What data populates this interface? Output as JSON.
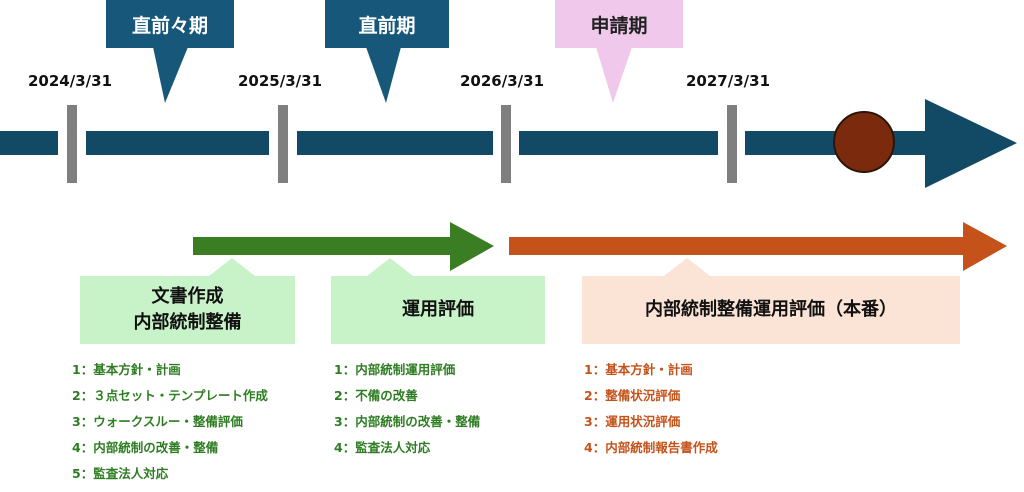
{
  "periods": [
    {
      "label": "直前々期",
      "style": "navy"
    },
    {
      "label": "直前期",
      "style": "navy"
    },
    {
      "label": "申請期",
      "style": "pink"
    }
  ],
  "dates": [
    "2024/3/31",
    "2025/3/31",
    "2026/3/31",
    "2027/3/31"
  ],
  "phases": {
    "phase1": {
      "title_line1": "文書作成",
      "title_line2": "内部統制整備",
      "steps": [
        "1：基本方針・計画",
        "2：３点セット・テンプレート作成",
        "3：ウォークスルー・整備評価",
        "4：内部統制の改善・整備",
        "5：監査法人対応"
      ]
    },
    "phase2": {
      "title": "運用評価",
      "steps": [
        "1：内部統制運用評価",
        "2：不備の改善",
        "3：内部統制の改善・整備",
        "4：監査法人対応"
      ]
    },
    "phase3": {
      "title": "内部統制整備運用評価（本番）",
      "steps": [
        "1：基本方針・計画",
        "2：整備状況評価",
        "3：運用状況評価",
        "4：内部統制報告書作成"
      ]
    }
  },
  "colors": {
    "timeline": "#124a66",
    "tick": "#7f7f7f",
    "navy_callout": "#17587a",
    "pink_callout": "#f0c8ec",
    "green_arrow": "#3a7d22",
    "green_box": "#c8f2c8",
    "orange_arrow": "#c4521a",
    "orange_box": "#fbe3d6",
    "marker": "#7b2a0e"
  }
}
